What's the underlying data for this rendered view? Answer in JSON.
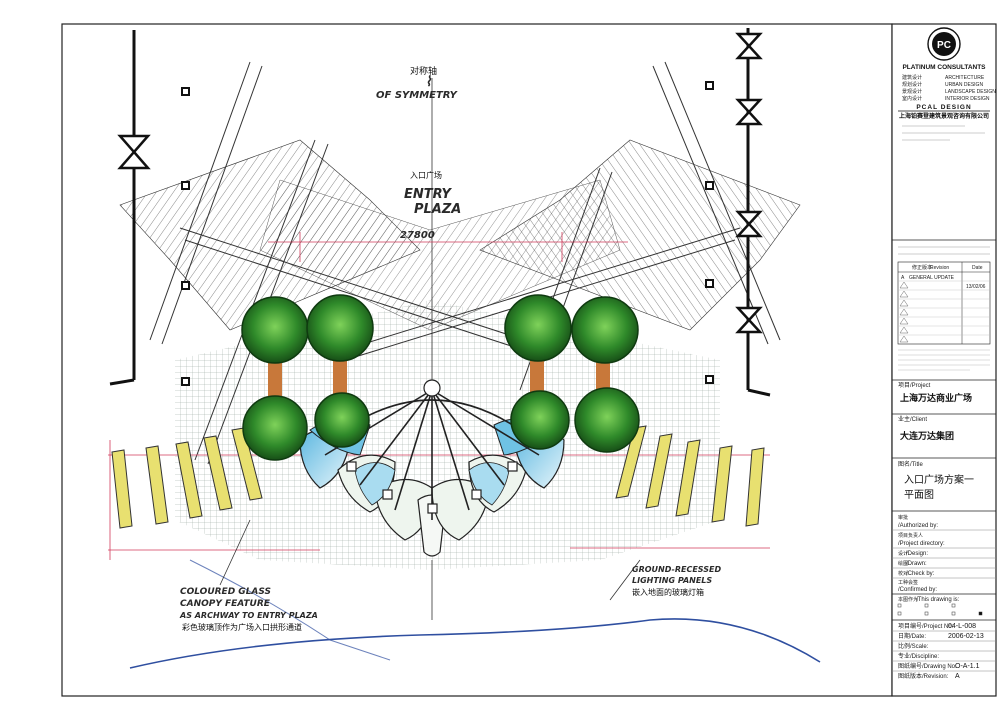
{
  "annotations": {
    "axis_cn": "对称轴",
    "axis_en": "OF SYMMETRY",
    "entry_cn": "入口广场",
    "entry_en_line1": "ENTRY",
    "entry_en_line2": "PLAZA",
    "dimension": "27800",
    "canopy_en_line1": "COLOURED GLASS",
    "canopy_en_line2": "CANOPY FEATURE",
    "canopy_en_line3": "AS ARCHWAY TO ENTRY PLAZA",
    "canopy_cn": "彩色玻璃顶作为广场入口拱形通道",
    "lighting_en_line1": "GROUND-RECESSED",
    "lighting_en_line2": "LIGHTING PANELS",
    "lighting_cn": "嵌入地面的玻璃灯箱"
  },
  "title_block": {
    "logo_mark": "PC",
    "company_en": "PLATINUM CONSULTANTS",
    "services": [
      {
        "cn": "建筑设计",
        "en": "ARCHITECTURE"
      },
      {
        "cn": "规划设计",
        "en": "URBAN DESIGN"
      },
      {
        "cn": "景观设计",
        "en": "LANDSCAPE DESIGN"
      },
      {
        "cn": "室内设计",
        "en": "INTERIOR DESIGN"
      }
    ],
    "brand": "PCAL DESIGN",
    "company_cn": "上海铂赛登建筑景观咨询有限公司",
    "revision_header_cn": "修正版本",
    "revision_header_en": "Revision",
    "date_header": "Date",
    "revision_rows": [
      {
        "mark": "A",
        "desc": "GENERAL UPDATE",
        "date": ""
      },
      {
        "mark": "",
        "desc": "",
        "date": "13/02/06"
      }
    ],
    "project_label": "项目/Project",
    "project_name": "上海万达商业广场",
    "client_label": "业主/Client",
    "client_name": "大连万达集团",
    "title_label": "图名/Title",
    "title_line1": "入口广场方案一",
    "title_line2": "平面图",
    "authorized_cn": "审批",
    "authorized_en": "/Authorized by:",
    "director_cn": "项目负责人",
    "director_en": "/Project directory:",
    "design_cn": "设计",
    "design_en": "/Design:",
    "drawn_cn": "绘图",
    "drawn_en": "/Drawn:",
    "check_cn": "校对",
    "check_en": "/Check by:",
    "confirm_cn": "工种会签",
    "confirm_en": "/Confirmed by:",
    "drawing_is_cn": "本图作为",
    "drawing_is_en": "/This drawing is:",
    "project_no_label": "项目编号/Project No:",
    "project_no": "04-L-008",
    "date_label": "日期/Date:",
    "date": "2006-02-13",
    "scale_label": "比例/Scale:",
    "discipline_label": "专业/Discipline:",
    "drawing_no_label": "图纸编号/Drawing No:",
    "drawing_no": "O-A-1.1",
    "revision_label": "图纸版本/Revision:",
    "revision": "A"
  },
  "colors": {
    "foliage": "#2f8a2a",
    "foliage_light": "#5cc04a",
    "trunk": "#c8783a",
    "glass": "#8fd0ea",
    "bench_yellow": "#e8e070",
    "red_line": "#d23a5a",
    "blue_line": "#2f4fa0"
  }
}
